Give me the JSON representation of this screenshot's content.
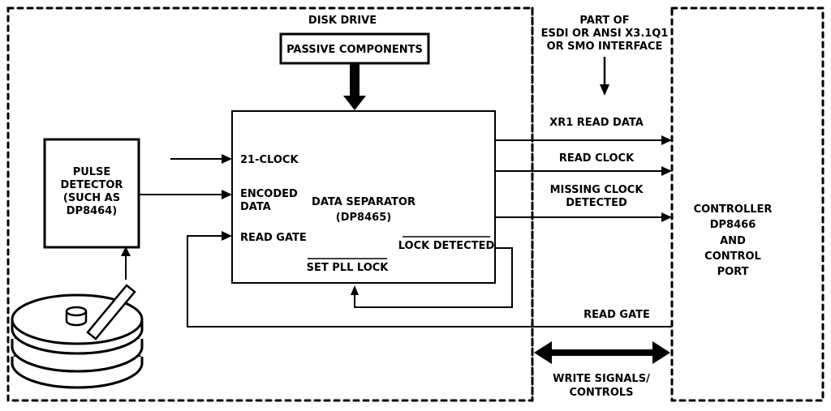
{
  "regions": {
    "disk_drive": "DISK DRIVE",
    "interface_note": [
      "PART OF",
      "ESDI OR ANSI X3.1Q1",
      "OR SMO INTERFACE"
    ],
    "controller": [
      "CONTROLLER",
      "DP8466",
      "AND",
      "CONTROL",
      "PORT"
    ]
  },
  "blocks": {
    "passive_components": "PASSIVE COMPONENTS",
    "pulse_detector": [
      "PULSE",
      "DETECTOR",
      "(SUCH AS",
      "DP8464)"
    ],
    "data_separator": [
      "DATA SEPARATOR",
      "(DP8465)"
    ]
  },
  "pins": {
    "clock_input": "21-CLOCK",
    "encoded_data": [
      "ENCODED",
      "DATA"
    ],
    "read_gate": "READ GATE",
    "lock_detected": "LOCK DETECTED",
    "set_pll_lock": "SET PLL LOCK"
  },
  "signals": {
    "read_data": "XR1 READ DATA",
    "read_clock": "READ CLOCK",
    "missing_clock": [
      "MISSING CLOCK",
      "DETECTED"
    ],
    "read_gate_return": "READ GATE",
    "write_signals": [
      "WRITE SIGNALS/",
      "CONTROLS"
    ]
  }
}
